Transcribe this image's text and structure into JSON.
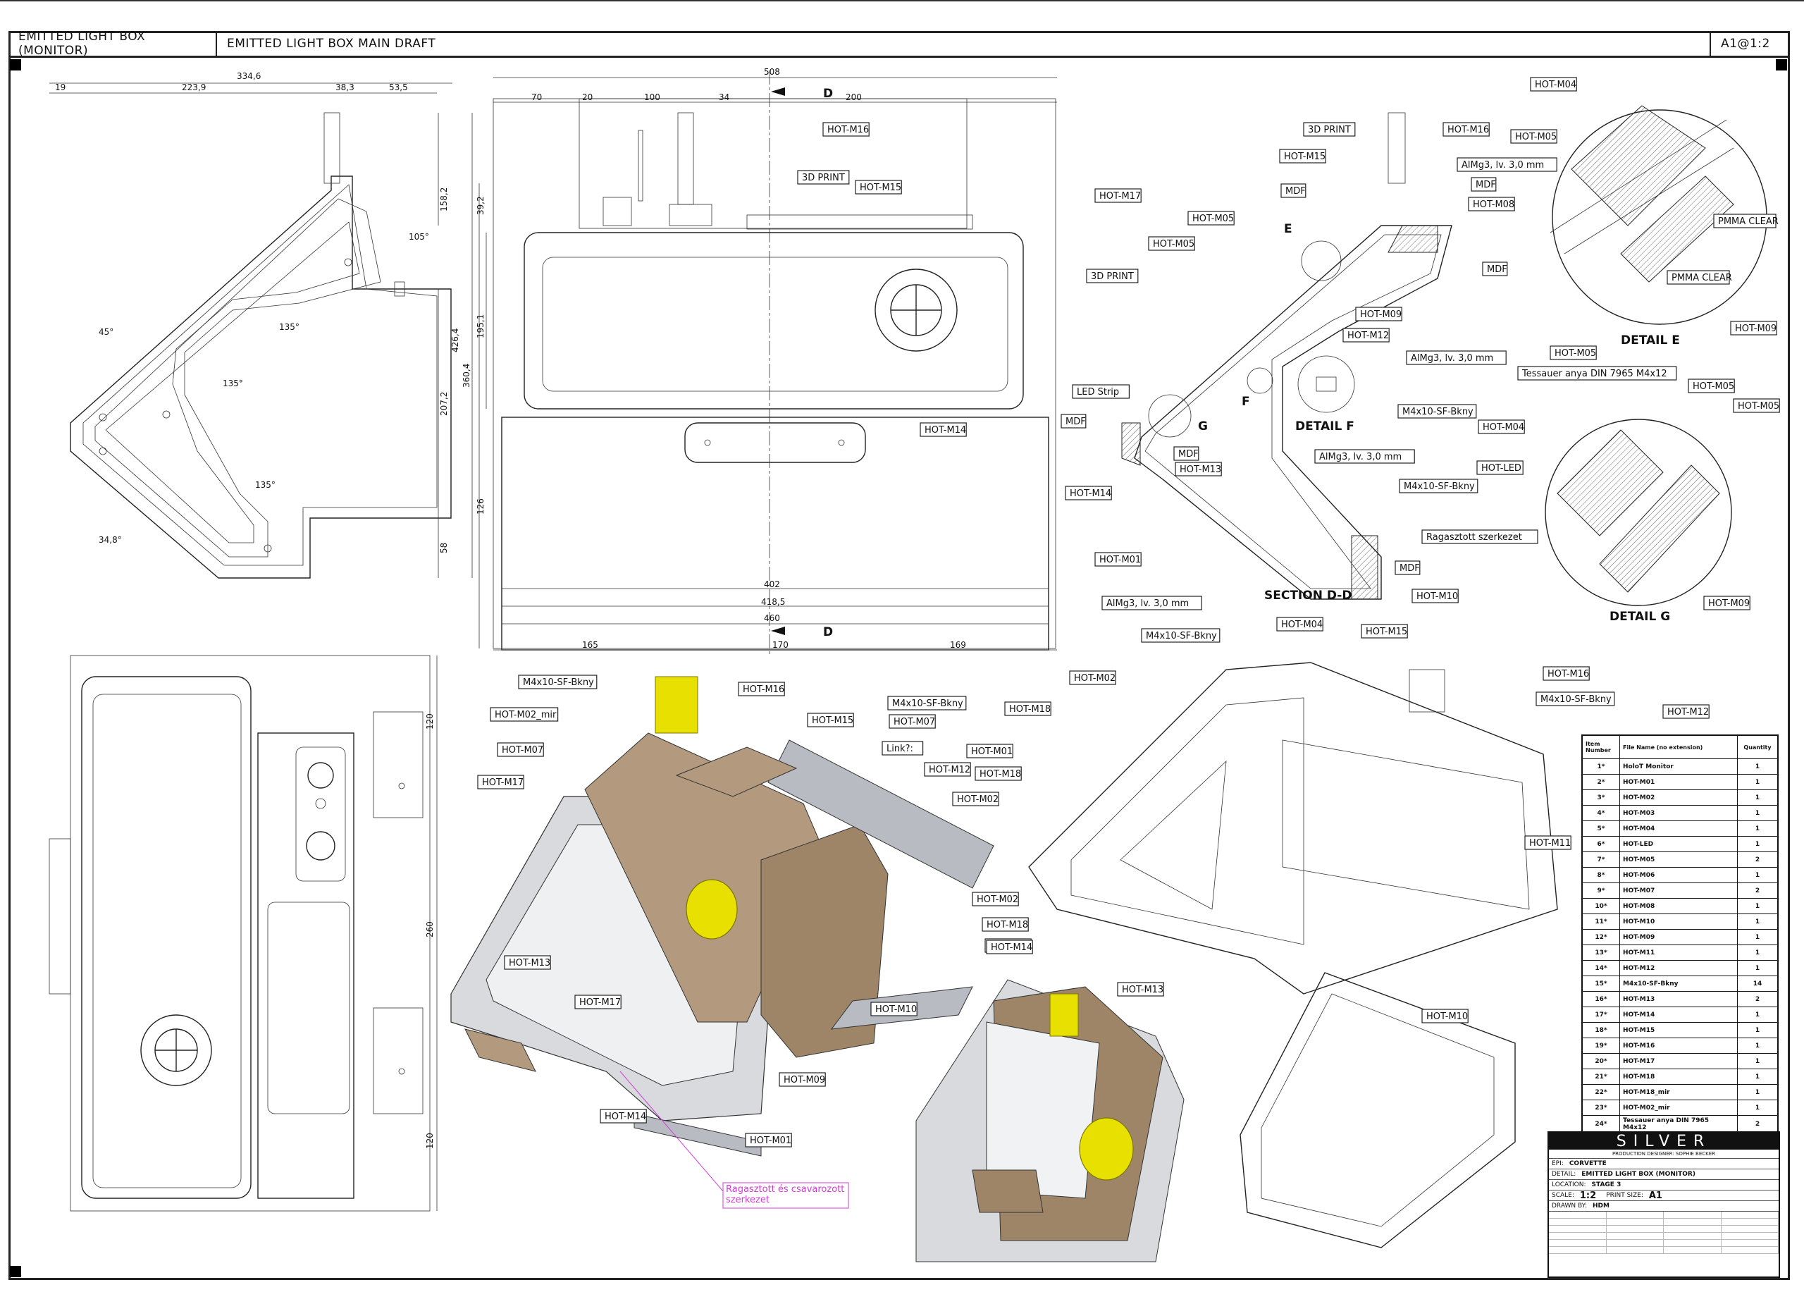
{
  "header": {
    "cell1": "EMITTED LIGHT BOX (MONITOR)",
    "cell2": "EMITTED LIGHT BOX MAIN DRAFT",
    "scale": "A1@1:2"
  },
  "views": {
    "section_dd": "SECTION D-D",
    "detail_e": "DETAIL E",
    "detail_f": "DETAIL F",
    "detail_g": "DETAIL G"
  },
  "dims": {
    "d_334": "334,6",
    "d_19": "19",
    "d_223": "223,9",
    "d_38": "38,3",
    "d_53": "53,5",
    "d_158": "158,2",
    "d_426": "426,4",
    "d_207": "207,2",
    "d_58": "58",
    "d_508": "508",
    "d_70": "70",
    "d_20": "20",
    "d_100": "100",
    "d_34": "34",
    "d_200": "200",
    "d_39": "39,2",
    "d_195": "195,1",
    "d_360": "360,4",
    "d_126": "126",
    "d_402": "402",
    "d_418": "418,5",
    "d_460": "460",
    "d_165": "165",
    "d_170": "170",
    "d_169": "169",
    "d_120a": "120",
    "d_260": "260",
    "d_120b": "120",
    "a_45": "45°",
    "a_135a": "135°",
    "a_135b": "135°",
    "a_135c": "135°",
    "a_105": "105°",
    "a_34": "34,8°",
    "sec_D": "D"
  },
  "labels": {
    "m16a": "HOT-M16",
    "print3d_a": "3D PRINT",
    "m15a": "HOT-M15",
    "m17a": "HOT-M17",
    "print3d_b": "3D PRINT",
    "m14a": "HOT-M14",
    "m04a": "HOT-M04",
    "m05a": "HOT-M05",
    "pmma_clear": "PMMA CLEAR",
    "pmma_clear2": "PMMA CLEAR",
    "m05b": "HOT-M05",
    "m09a": "HOT-M09",
    "print3d_c": "3D PRINT",
    "m16b": "HOT-M16",
    "m15b": "HOT-M15",
    "almg_a": "AlMg3, lv. 3,0 mm",
    "mdf_a": "MDF",
    "m08a": "HOT-M08",
    "mdf_b": "MDF",
    "m05c": "HOT-M05",
    "m05d": "HOT-M05",
    "mdf_c": "MDF",
    "m09b": "HOT-M09",
    "m12a": "HOT-M12",
    "almg_b": "AlMg3, lv. 3,0 mm",
    "tessauer": "Tessauer anya DIN 7965 M4x12",
    "led_strip": "LED Strip",
    "mdf_d": "MDF",
    "mdf_e": "MDF",
    "m13a": "HOT-M13",
    "m14b": "HOT-M14",
    "m4x10a": "M4x10-SF-Bkny",
    "almg_c": "AlMg3, lv. 3,0 mm",
    "m4x10b": "M4x10-SF-Bkny",
    "m01a": "HOT-M01",
    "ragasztott": "Ragasztott szerkezet",
    "mdf_f": "MDF",
    "m10a": "HOT-M10",
    "almg_d": "AlMg3, lv. 3,0 mm",
    "m05e": "HOT-M05",
    "m05f": "HOT-M05",
    "m04b": "HOT-M04",
    "hotled": "HOT-LED",
    "m09c": "HOT-M09",
    "m4x10c": "M4x10-SF-Bkny",
    "m16c": "HOT-M16",
    "m02mir": "HOT-M02_mir",
    "m07a": "HOT-M07",
    "m17b": "HOT-M17",
    "m15c": "HOT-M15",
    "m4x10d": "M4x10-SF-Bkny",
    "m07b": "HOT-M07",
    "link": "Link?:",
    "m12b": "HOT-M12",
    "m13b": "HOT-M13",
    "m17c": "HOT-M17",
    "m02a": "HOT-M02",
    "m18a": "HOT-M18",
    "m14c": "HOT-M14",
    "m10b": "HOT-M10",
    "m09d": "HOT-M09",
    "m14d": "HOT-M14",
    "m01b": "HOT-M01",
    "ragcsav": "Ragasztott és csavarozott szerkezet",
    "m4x10e": "M4x10-SF-Bkny",
    "m04c": "HOT-M04",
    "m15d": "HOT-M15",
    "m02b": "HOT-M02",
    "m16d": "HOT-M16",
    "m4x10f": "M4x10-SF-Bkny",
    "m18b": "HOT-M18",
    "m12c": "HOT-M12",
    "m01c": "HOT-M01",
    "m18c": "HOT-M18",
    "m02c": "HOT-M02",
    "m11a": "HOT-M11",
    "m14e": "HOT-M14",
    "m13c": "HOT-M13",
    "m10c": "HOT-M10",
    "det_e": "E",
    "det_f": "F",
    "det_g": "G"
  },
  "bom": {
    "headers": [
      "Item Number",
      "File Name (no extension)",
      "Quantity"
    ],
    "rows": [
      [
        "1*",
        "HoloT Monitor",
        "1"
      ],
      [
        "2*",
        "HOT-M01",
        "1"
      ],
      [
        "3*",
        "HOT-M02",
        "1"
      ],
      [
        "4*",
        "HOT-M03",
        "1"
      ],
      [
        "5*",
        "HOT-M04",
        "1"
      ],
      [
        "6*",
        "HOT-LED",
        "1"
      ],
      [
        "7*",
        "HOT-M05",
        "2"
      ],
      [
        "8*",
        "HOT-M06",
        "1"
      ],
      [
        "9*",
        "HOT-M07",
        "2"
      ],
      [
        "10*",
        "HOT-M08",
        "1"
      ],
      [
        "11*",
        "HOT-M10",
        "1"
      ],
      [
        "12*",
        "HOT-M09",
        "1"
      ],
      [
        "13*",
        "HOT-M11",
        "1"
      ],
      [
        "14*",
        "HOT-M12",
        "1"
      ],
      [
        "15*",
        "M4x10-SF-Bkny",
        "14"
      ],
      [
        "16*",
        "HOT-M13",
        "2"
      ],
      [
        "17*",
        "HOT-M14",
        "1"
      ],
      [
        "18*",
        "HOT-M15",
        "1"
      ],
      [
        "19*",
        "HOT-M16",
        "1"
      ],
      [
        "20*",
        "HOT-M17",
        "1"
      ],
      [
        "21*",
        "HOT-M18",
        "1"
      ],
      [
        "22*",
        "HOT-M18_mir",
        "1"
      ],
      [
        "23*",
        "HOT-M02_mir",
        "1"
      ],
      [
        "24*",
        "Tessauer anya DIN 7965 M4x12",
        "2"
      ]
    ]
  },
  "titleblock": {
    "brand": "SILVER",
    "designer": "PRODUCTION DESIGNER: SOPHIE BECKER",
    "project_label": "EPI:",
    "project": "CORVETTE",
    "detail_label": "DETAIL:",
    "detail": "EMITTED LIGHT BOX (MONITOR)",
    "location_label": "LOCATION:",
    "location": "STAGE 3",
    "scale_label": "SCALE:",
    "scale": "1:2",
    "size_label": "PRINT SIZE:",
    "size": "A1",
    "drawn_label": "DRAWN BY:",
    "drawn": "HDM"
  },
  "colors": {
    "magenta": "#d43bd4",
    "yellow": "#e8e000",
    "wood": "#b39a7e",
    "metal": "#b8bcc2"
  }
}
